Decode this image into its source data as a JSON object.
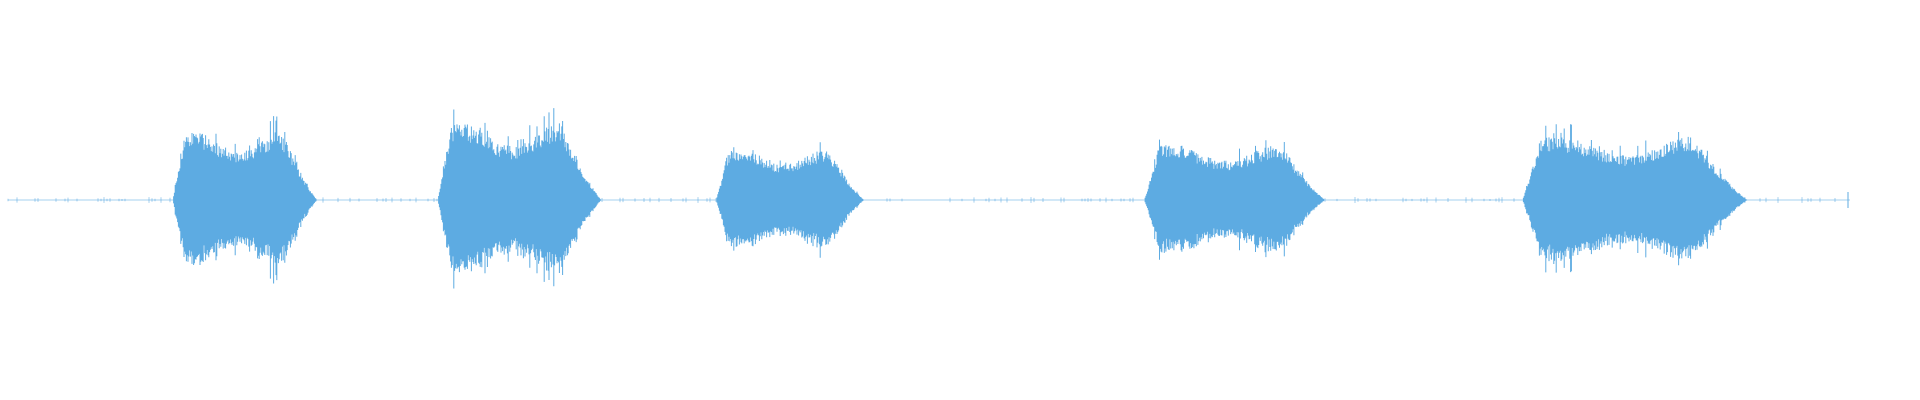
{
  "waveform": {
    "color": "#5dabe2",
    "background": "#ffffff",
    "baseline_visible": true,
    "segments": [
      {
        "name": "burst-1",
        "start": 0.09,
        "end": 0.165,
        "peak": 0.52
      },
      {
        "name": "burst-2",
        "start": 0.228,
        "end": 0.313,
        "peak": 0.58
      },
      {
        "name": "burst-3",
        "start": 0.373,
        "end": 0.45,
        "peak": 0.38
      },
      {
        "name": "burst-4",
        "start": 0.596,
        "end": 0.69,
        "peak": 0.42
      },
      {
        "name": "burst-5",
        "start": 0.793,
        "end": 0.91,
        "peak": 0.48
      }
    ]
  }
}
